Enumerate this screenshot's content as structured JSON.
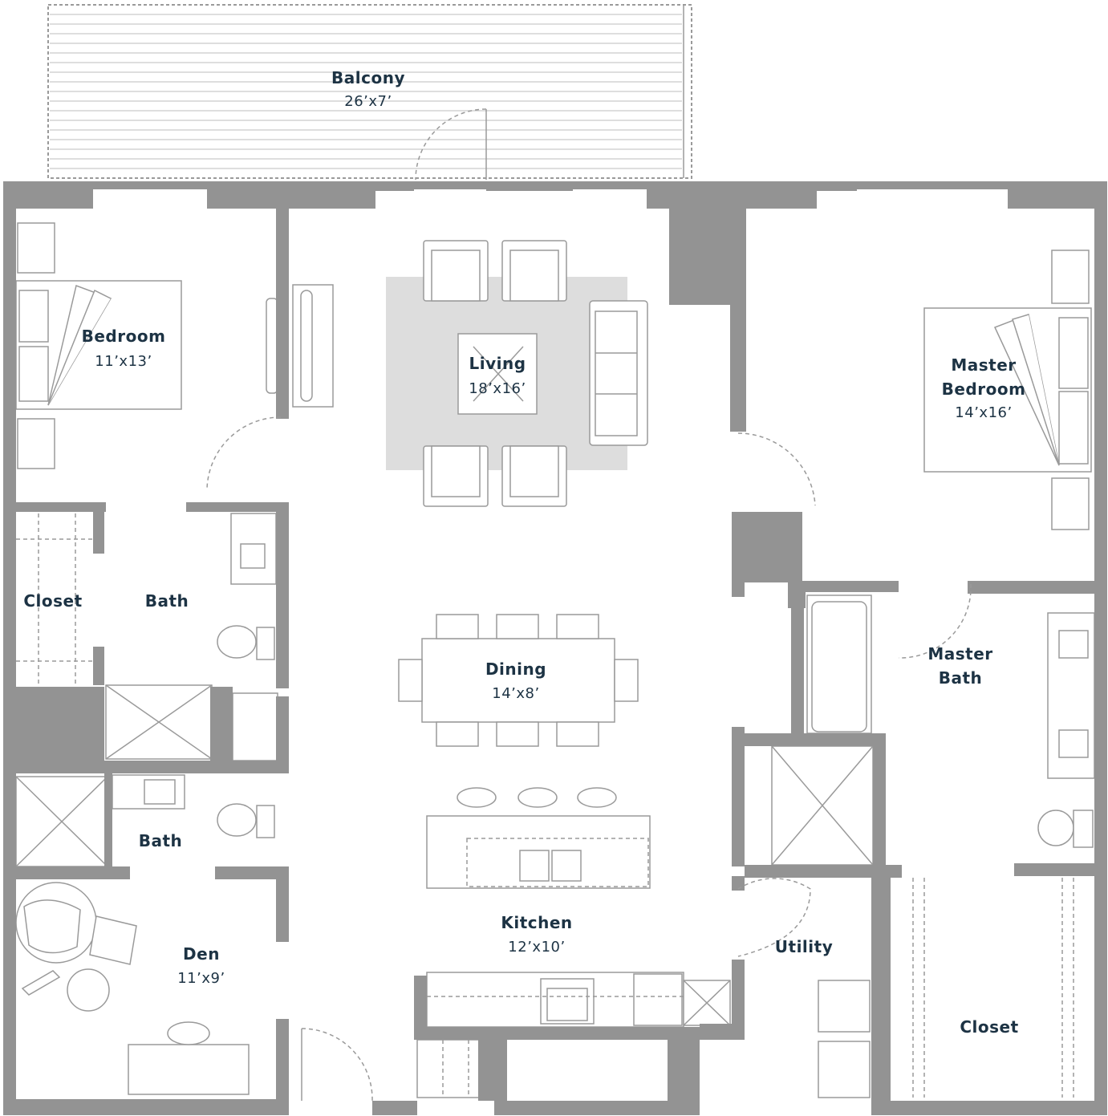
{
  "colors": {
    "wall": "#939393",
    "rug": "#dddddd",
    "text": "#1d3344",
    "line": "#9a9a9a"
  },
  "rooms": {
    "balcony": {
      "name": "Balcony",
      "dims": "26’x7’"
    },
    "bedroom": {
      "name": "Bedroom",
      "dims": "11’x13’"
    },
    "living": {
      "name": "Living",
      "dims": "18’x16’"
    },
    "master_bedroom": {
      "name_line1": "Master",
      "name_line2": "Bedroom",
      "dims": "14’x16’"
    },
    "closet_left": {
      "name": "Closet"
    },
    "bath_upper": {
      "name": "Bath"
    },
    "dining": {
      "name": "Dining",
      "dims": "14’x8’"
    },
    "master_bath": {
      "name_line1": "Master",
      "name_line2": "Bath"
    },
    "bath_lower": {
      "name": "Bath"
    },
    "kitchen": {
      "name": "Kitchen",
      "dims": "12’x10’"
    },
    "utility": {
      "name": "Utility"
    },
    "den": {
      "name": "Den",
      "dims": "11’x9’"
    },
    "closet_right": {
      "name": "Closet"
    }
  }
}
